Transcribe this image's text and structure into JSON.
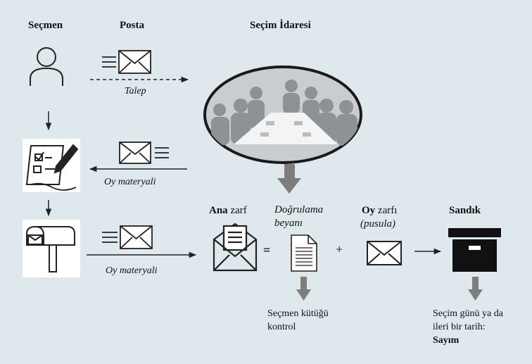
{
  "header": {
    "voter": "Seçmen",
    "mail": "Posta",
    "admin": "Seçim İdaresi"
  },
  "labels": {
    "request": "Talep",
    "materials_1": "Oy materyali",
    "materials_2": "Oy materyali",
    "outer_envelope_bold": "Ana",
    "outer_envelope_rest": " zarf",
    "verification_line1": "Doğrulama",
    "verification_line2": "beyanı",
    "ballot_envelope_bold": "Oy",
    "ballot_envelope_rest": " zarfı",
    "ballot_paren": "(pusula)",
    "ballot_box": "Sandık",
    "equals": "=",
    "plus": "+",
    "register_check_line1": "Seçmen kütüğü",
    "register_check_line2": "kontrol",
    "count_line1": "Seçim günü ya da",
    "count_line2": "ileri bir tarih:",
    "count_line3": "Sayım"
  },
  "icons": {
    "voter": "person-icon",
    "mail_request": "envelope-icon",
    "ballot_form": "ballot-form-icon",
    "mailbox": "mailbox-icon",
    "meeting": "meeting-table-icon",
    "open_envelope": "open-envelope-icon",
    "document": "document-icon",
    "ballot_envelope": "envelope-icon",
    "ballot_box": "ballot-box-icon"
  },
  "colors": {
    "background": "#dfe8ec",
    "line": "#222222",
    "grey_arrow": "#8a8a8a",
    "ellipse_fill": "#c9cdcf"
  }
}
